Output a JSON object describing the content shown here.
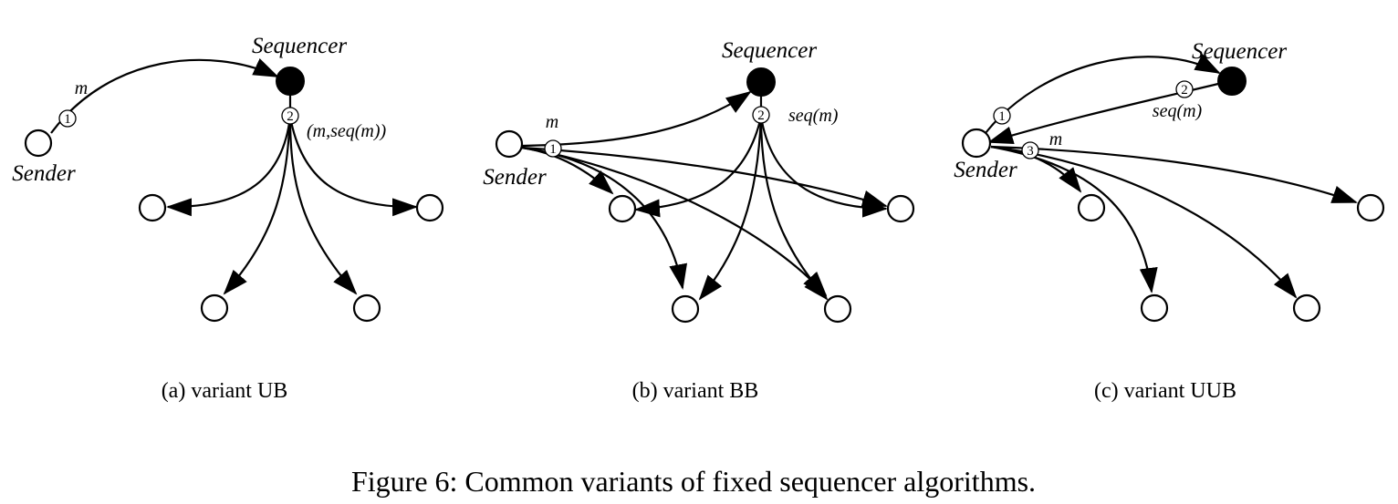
{
  "panels": [
    {
      "id": "a",
      "sequencer_label": "Sequencer",
      "sender_label": "Sender",
      "step1": "1",
      "step2": "2",
      "msg1": "m",
      "msg2": "(m,seq(m))",
      "caption": "(a) variant UB"
    },
    {
      "id": "b",
      "sequencer_label": "Sequencer",
      "sender_label": "Sender",
      "step1": "1",
      "step2": "2",
      "msg1": "m",
      "msg2": "seq(m)",
      "caption": "(b) variant BB"
    },
    {
      "id": "c",
      "sequencer_label": "Sequencer",
      "sender_label": "Sender",
      "step1": "1",
      "step2": "2",
      "step3": "3",
      "msg2": "seq(m)",
      "msg3": "m",
      "caption": "(c) variant UUB"
    }
  ],
  "figure_caption": "Figure 6: Common variants of fixed sequencer algorithms."
}
